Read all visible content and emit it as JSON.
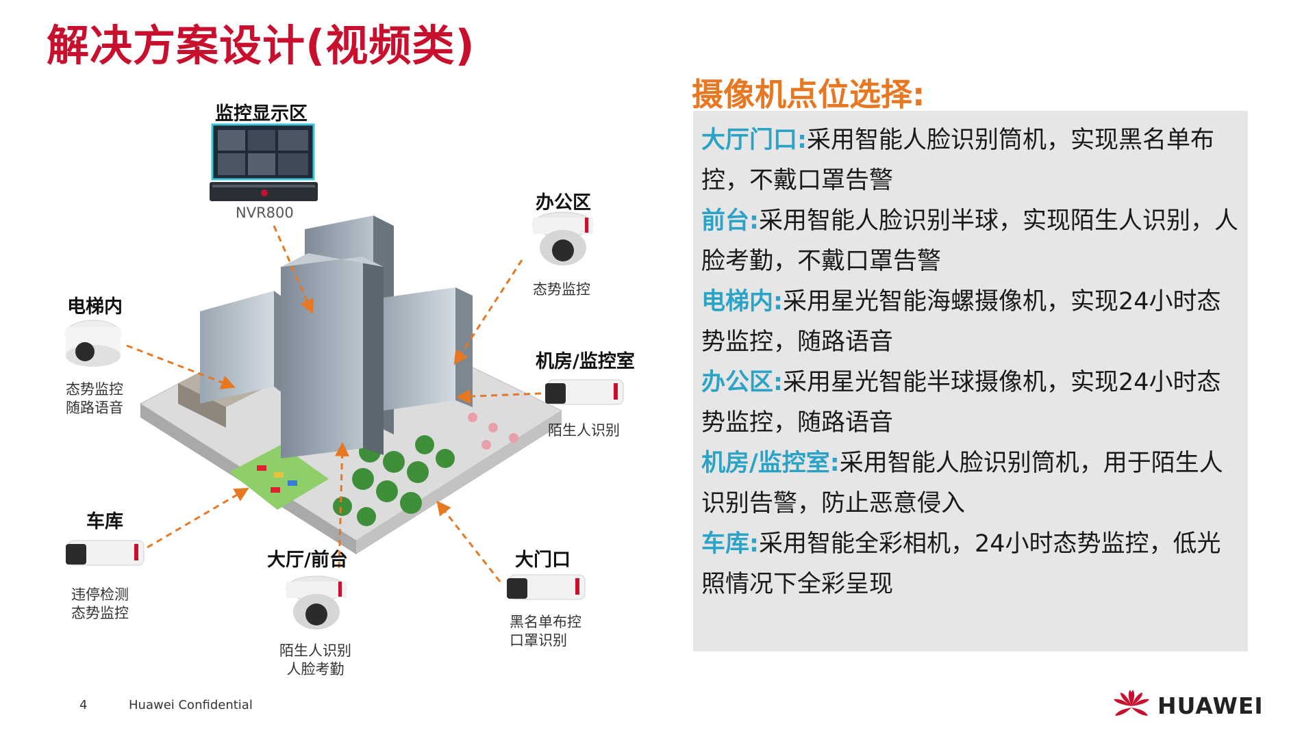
{
  "title": "解决方案设计(视频类)",
  "diagram": {
    "nvr_zone": "监控显示区",
    "nvr_model": "NVR800",
    "zones": {
      "office": {
        "label": "办公区",
        "captions": [
          "态势监控"
        ]
      },
      "elevator": {
        "label": "电梯内",
        "captions": [
          "态势监控",
          "随路语音"
        ]
      },
      "machine_room": {
        "label": "机房/监控室",
        "captions": [
          "陌生人识别"
        ]
      },
      "garage": {
        "label": "车库",
        "captions": [
          "违停检测",
          "态势监控"
        ]
      },
      "lobby": {
        "label": "大厅/前台",
        "captions": [
          "陌生人识别",
          "人脸考勤"
        ]
      },
      "gate": {
        "label": "大门口",
        "captions": [
          "黑名单布控",
          "口罩识别"
        ]
      }
    }
  },
  "panel": {
    "title": "摄像机点位选择:",
    "items": [
      {
        "key": "大厅门口:",
        "text": "采用智能人脸识别筒机，实现黑名单布控，不戴口罩告警"
      },
      {
        "key": "前台:",
        "text": "采用智能人脸识别半球，实现陌生人识别，人脸考勤，不戴口罩告警"
      },
      {
        "key": "电梯内:",
        "text": "采用星光智能海螺摄像机，实现24小时态势监控，随路语音"
      },
      {
        "key": "办公区:",
        "text": "采用星光智能半球摄像机，实现24小时态势监控，随路语音"
      },
      {
        "key": "机房/监控室:",
        "text": "采用智能人脸识别筒机，用于陌生人识别告警，防止恶意侵入"
      },
      {
        "key": "车库:",
        "text": "采用智能全彩相机，24小时态势监控，低光照情况下全彩呈现"
      }
    ]
  },
  "footer": {
    "page_number": "4",
    "confidential": "Huawei Confidential",
    "brand": "HUAWEI"
  },
  "colors": {
    "title_red": "#c8102e",
    "accent_orange": "#e87722",
    "key_teal": "#2aa3c7",
    "panel_gray": "#e6e6e6"
  }
}
